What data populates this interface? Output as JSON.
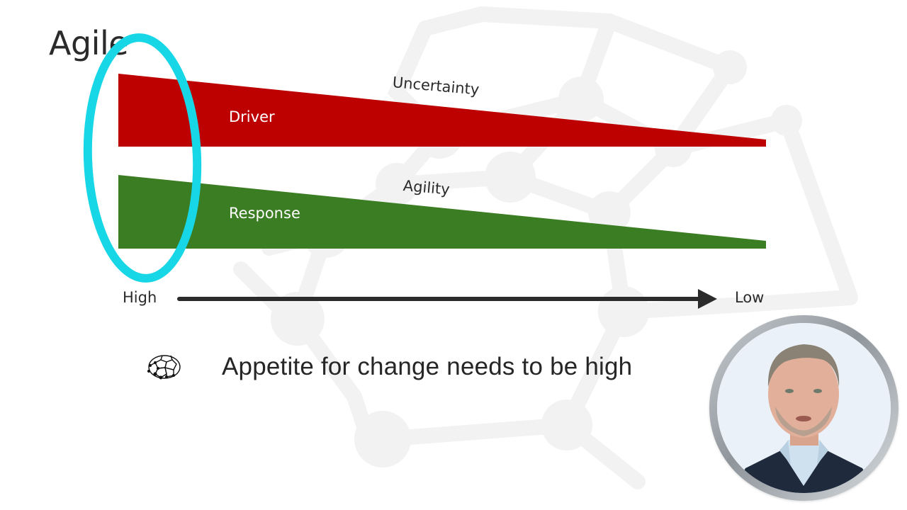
{
  "slide": {
    "title": "Agile",
    "bullet_text": "Appetite for change needs to be high",
    "bullet_icon": "buckyball-molecule-icon"
  },
  "diagram": {
    "wedges": [
      {
        "id": "driver",
        "inner_label": "Driver",
        "top_label": "Uncertainty",
        "color": "#bd0000"
      },
      {
        "id": "response",
        "inner_label": "Response",
        "top_label": "Agility",
        "color": "#3b7d23"
      }
    ],
    "axis": {
      "start_label": "High",
      "end_label": "Low",
      "color": "#2b2b2b"
    },
    "highlight": {
      "shape": "ellipse",
      "color": "#17d7e6",
      "target": "High end of both wedges"
    }
  },
  "presenter": {
    "type": "webcam-overlay",
    "ring_color": "#9aa1a7"
  },
  "colors": {
    "background": "#ffffff",
    "watermark": "#f2f2f2",
    "text": "#2b2b2b"
  }
}
